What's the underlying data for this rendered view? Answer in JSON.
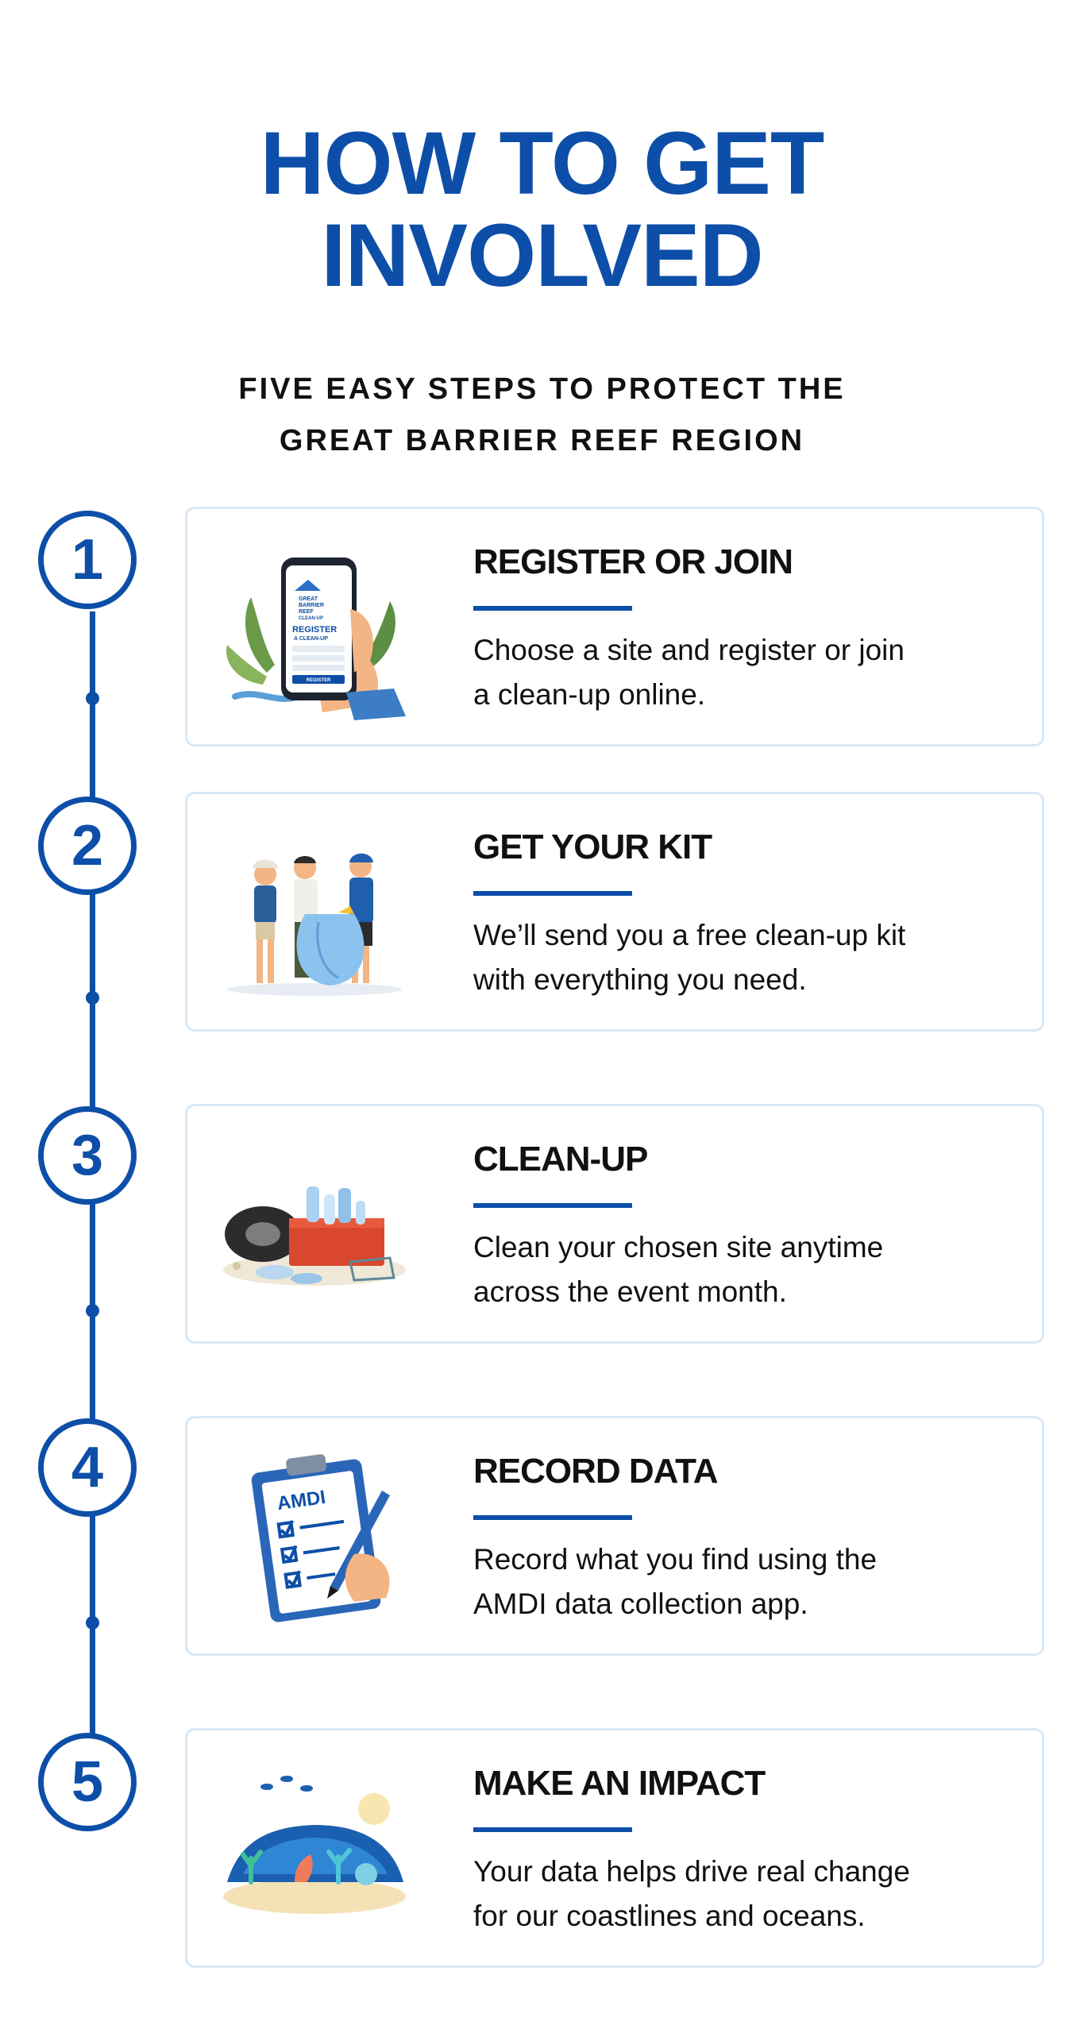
{
  "header": {
    "title_line1": "HOW TO GET",
    "title_line2": "INVOLVED",
    "subtitle_line1": "FIVE EASY STEPS TO PROTECT THE",
    "subtitle_line2": "GREAT BARRIER REEF REGION"
  },
  "colors": {
    "accent": "#0d4fa8",
    "card_border": "#d8e8f6",
    "text": "#111111"
  },
  "steps": [
    {
      "number": "1",
      "title": "REGISTER OR JOIN",
      "line1": "Choose a site and register or join",
      "line2": "a clean-up online.",
      "icon": "phone-register-icon",
      "phone": {
        "brand_line1": "GREAT",
        "brand_line2": "BARRIER",
        "brand_line3": "REEF",
        "brand_line4": "CLEAN-UP",
        "register_word": "REGISTER",
        "cleanup_word": "A CLEAN-UP",
        "button": "REGISTER"
      }
    },
    {
      "number": "2",
      "title": "GET YOUR KIT",
      "line1": "We’ll send you a free clean-up kit",
      "line2": "with everything you need.",
      "icon": "volunteers-kit-icon"
    },
    {
      "number": "3",
      "title": "CLEAN-UP",
      "line1": "Clean your chosen site anytime",
      "line2": "across the event month.",
      "icon": "litter-basket-icon"
    },
    {
      "number": "4",
      "title": "RECORD DATA",
      "line1": "Record what you find using the",
      "line2": "AMDI data collection app.",
      "icon": "clipboard-checklist-icon",
      "clipboard_label": "AMDI"
    },
    {
      "number": "5",
      "title": "MAKE AN IMPACT",
      "line1": "Your data helps drive real change",
      "line2": "for our coastlines and oceans.",
      "icon": "coral-reef-icon"
    }
  ]
}
